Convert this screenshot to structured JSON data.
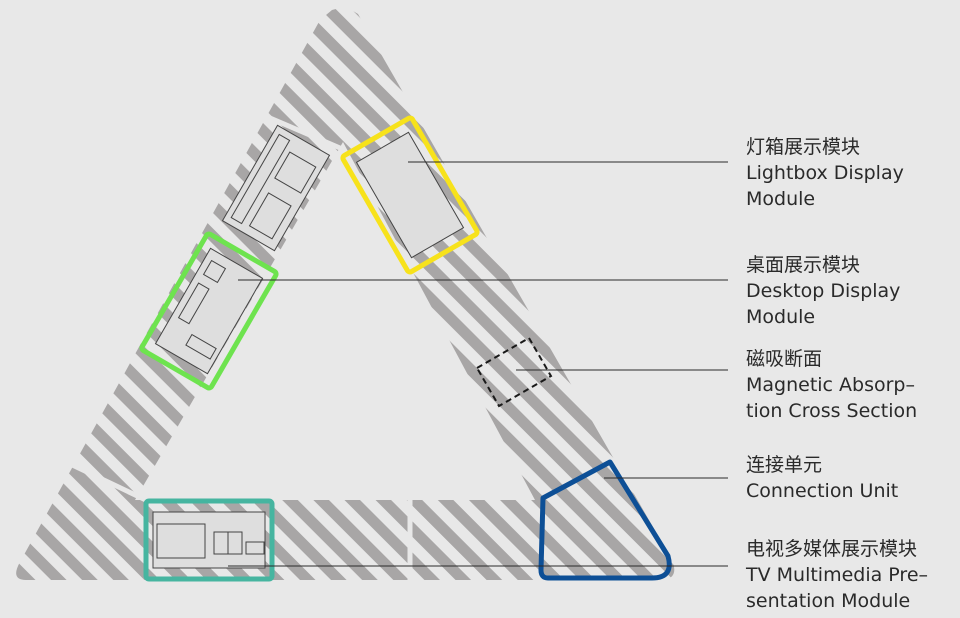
{
  "labels": [
    {
      "zh": "灯箱展示模块",
      "en1": "Lightbox Display",
      "en2": "Module"
    },
    {
      "zh": "桌面展示模块",
      "en1": "Desktop Display",
      "en2": "Module"
    },
    {
      "zh": "磁吸断面",
      "en1": "Magnetic Absorp–",
      "en2": "tion Cross Section"
    },
    {
      "zh": "连接单元",
      "en1": "Connection Unit"
    },
    {
      "zh": "电视多媒体展示模块",
      "en1": "TV Multimedia Pre–",
      "en2": "sentation Module"
    }
  ],
  "colors": {
    "background": "#e8e8e8",
    "stripe": "#a8a6a6",
    "panel": "#dedede",
    "lightbox": "#f7e21b",
    "desktop": "#6ee34f",
    "tv": "#46b5a0",
    "connection": "#0d4f96",
    "magnetic": "#1a1a1a",
    "text": "#2a2a2a"
  }
}
